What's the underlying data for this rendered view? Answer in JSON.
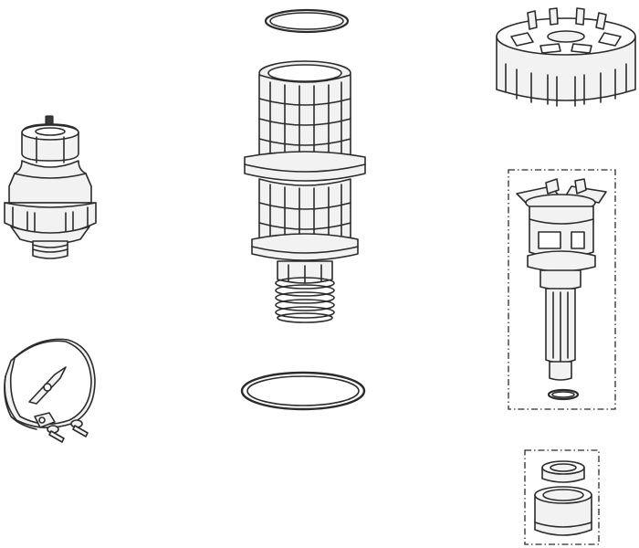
{
  "diagram": {
    "kind": "exploded-parts-view",
    "line_color": "#2b2b2b",
    "fill_color": "#f2f2f2",
    "parts": [
      "air-vent-valve",
      "dial-cover",
      "top-o-ring",
      "strainer-cartridge",
      "bottom-o-ring",
      "castellated-cap",
      "impeller-assembly",
      "small-o-ring",
      "bushing-set"
    ]
  }
}
